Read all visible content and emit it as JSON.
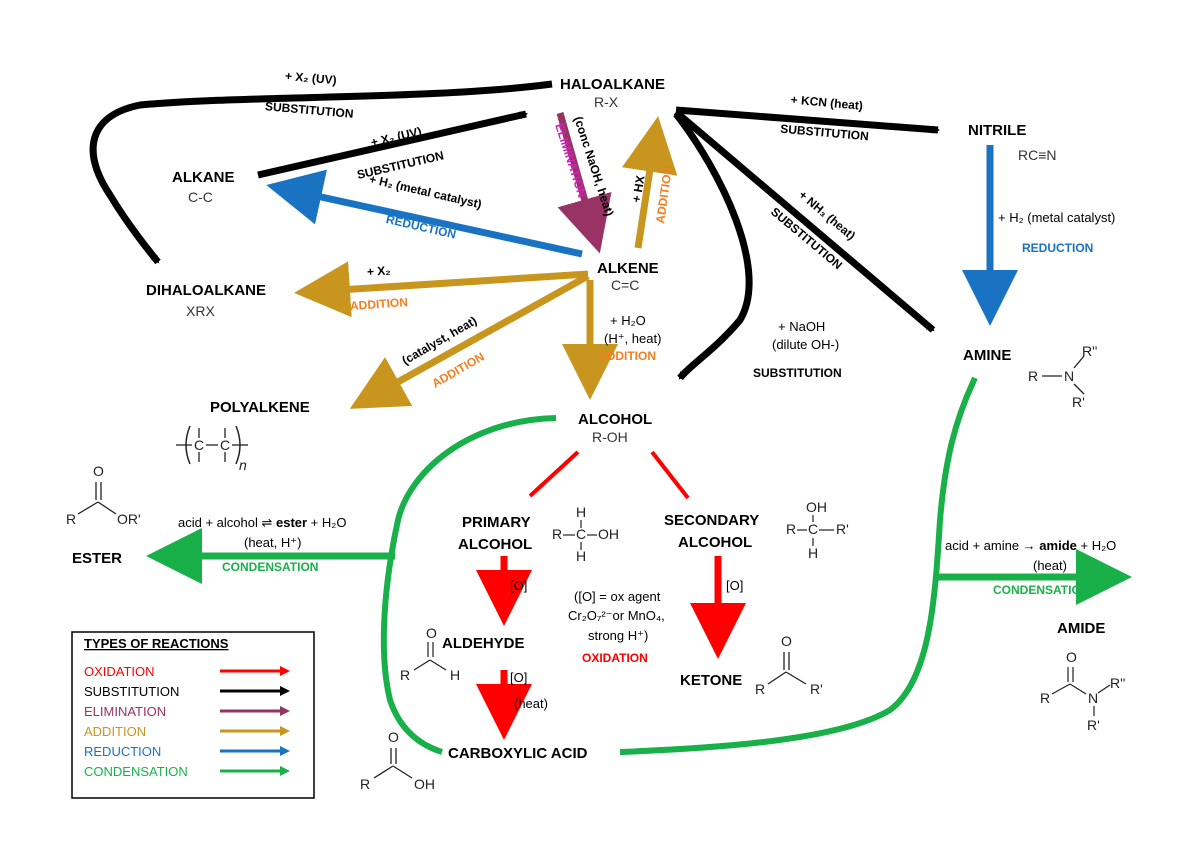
{
  "colors": {
    "oxidation": "#ff0000",
    "substitution": "#000000",
    "elimination": "#993366",
    "addition": "#c8961e",
    "addition_label": "#f07f20",
    "reduction": "#1a72c2",
    "condensation": "#19b04a",
    "elimination_label": "#d020c0"
  },
  "compounds": {
    "haloalkane": {
      "name": "HALOALKANE",
      "formula": "R-X"
    },
    "alkane": {
      "name": "ALKANE",
      "formula": "C-C"
    },
    "dihaloalkane": {
      "name": "DIHALOALKANE",
      "formula": "XRX"
    },
    "nitrile": {
      "name": "NITRILE",
      "formula": "RC≡N"
    },
    "alkene": {
      "name": "ALKENE",
      "formula": "C=C"
    },
    "polyalkene": {
      "name": "POLYALKENE"
    },
    "alcohol": {
      "name": "ALCOHOL",
      "formula": "R-OH"
    },
    "amine": {
      "name": "AMINE"
    },
    "ester": {
      "name": "ESTER"
    },
    "primary_alcohol": {
      "line1": "PRIMARY",
      "line2": "ALCOHOL"
    },
    "secondary_alcohol": {
      "line1": "SECONDARY",
      "line2": "ALCOHOL"
    },
    "aldehyde": {
      "name": "ALDEHYDE"
    },
    "ketone": {
      "name": "KETONE"
    },
    "carboxylic_acid": {
      "name": "CARBOXYLIC ACID"
    },
    "amide": {
      "name": "AMIDE"
    }
  },
  "reactions": {
    "alkane_to_dihalo": {
      "reagent": "+ X₂ (UV)",
      "type": "SUBSTITUTION"
    },
    "alkane_to_haloalkane": {
      "reagent": "+ X₂ (UV)",
      "type": "SUBSTITUTION"
    },
    "alkene_to_alkane": {
      "reagent": "+ H₂ (metal catalyst)",
      "type": "REDUCTION"
    },
    "haloalkane_to_alkene": {
      "reagent": "(conc NaOH, heat)",
      "type": "ELIMINATION"
    },
    "alkene_to_haloalkane": {
      "reagent": "+ HX",
      "type": "ADDITION"
    },
    "haloalkane_to_nitrile": {
      "reagent": "+ KCN (heat)",
      "type": "SUBSTITUTION"
    },
    "haloalkane_to_amine": {
      "reagent": "+ NH₃ (heat)",
      "type": "SUBSTITUTION"
    },
    "haloalkane_to_alcohol": {
      "reagent1": "+ NaOH",
      "reagent2": "(dilute OH-)",
      "type": "SUBSTITUTION"
    },
    "nitrile_to_amine": {
      "reagent": "+ H₂ (metal catalyst)",
      "type": "REDUCTION"
    },
    "alkene_to_dihalo": {
      "reagent": "+ X₂",
      "type": "ADDITION"
    },
    "alkene_to_polyalkene": {
      "reagent": "(catalyst, heat)",
      "type": "ADDITION"
    },
    "alkene_to_alcohol": {
      "reagent1": "+ H₂O",
      "reagent2": "(H⁺, heat)",
      "type": "ADDITION"
    },
    "ester_formation": {
      "reagent1_pre": "acid + alcohol ⇌ ",
      "reagent1_bold": "ester",
      "reagent1_post": " + H₂O",
      "reagent2": "(heat, H⁺)",
      "type": "CONDENSATION"
    },
    "amide_formation": {
      "reagent1_pre": "acid + amine → ",
      "reagent1_bold": "amide",
      "reagent1_post": " + H₂O",
      "reagent2": "(heat)",
      "type": "CONDENSATION"
    },
    "oxidation_note": {
      "line1": "([O] = ox agent",
      "line2": "Cr₂O₇²⁻or MnO₄,",
      "line3": "strong H⁺)",
      "type": "OXIDATION"
    },
    "primary_to_aldehyde": {
      "reagent": "[O]"
    },
    "aldehyde_to_acid": {
      "reagent1": "[O]",
      "reagent2": "(heat)"
    },
    "secondary_to_ketone": {
      "reagent": "[O]"
    }
  },
  "legend": {
    "title": "TYPES OF REACTIONS",
    "items": [
      {
        "label": "OXIDATION",
        "color": "#ff0000"
      },
      {
        "label": "SUBSTITUTION",
        "color": "#000000"
      },
      {
        "label": "ELIMINATION",
        "color": "#993366"
      },
      {
        "label": "ADDITION",
        "color": "#c8961e"
      },
      {
        "label": "REDUCTION",
        "color": "#1a72c2"
      },
      {
        "label": "CONDENSATION",
        "color": "#19b04a"
      }
    ]
  },
  "structures": {
    "ester": {
      "o": "O",
      "r": "R",
      "or": "OR'"
    },
    "amine": {
      "r": "R",
      "n": "N",
      "r1": "R'",
      "r2": "R''"
    },
    "primary": {
      "r": "R",
      "c": "C",
      "oh": "OH",
      "h1": "H",
      "h2": "H"
    },
    "secondary": {
      "oh": "OH",
      "r": "R",
      "c": "C",
      "r1": "R'",
      "h": "H"
    },
    "aldehyde": {
      "o": "O",
      "r": "R",
      "h": "H"
    },
    "ketone": {
      "o": "O",
      "r": "R",
      "r1": "R'"
    },
    "acid": {
      "o": "O",
      "r": "R",
      "oh": "OH"
    },
    "amide": {
      "o": "O",
      "r": "R",
      "n": "N",
      "r1": "R'",
      "r2": "R''"
    },
    "polymer": {
      "c1": "C",
      "c2": "C",
      "n": "n"
    }
  }
}
